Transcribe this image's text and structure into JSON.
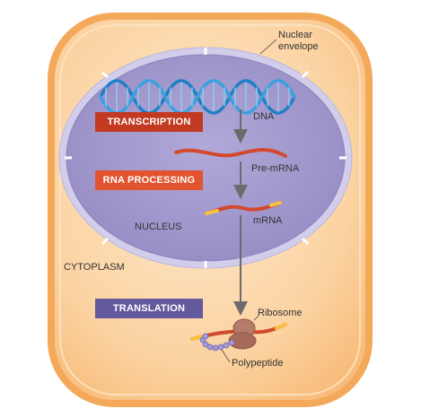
{
  "colors": {
    "cell_fill": "#fbd3a2",
    "cell_border": "#f4a95a",
    "nucleus_fill": "#a59ccf",
    "nucleus_rim": "#d2cdea",
    "dna_blue": "#1f7fc4",
    "rna_red": "#d2492d",
    "cap_yellow": "#f6c141",
    "transcription_box": "#c33a22",
    "processing_box": "#e2542f",
    "translation_box": "#625a9d",
    "ribosome": "#b77b6b",
    "polypeptide": "#a69ad8"
  },
  "labels": {
    "nuclear_envelope": [
      "Nuclear",
      "envelope"
    ],
    "dna": "DNA",
    "pre_mrna": "Pre-mRNA",
    "mrna": "mRNA",
    "nucleus": "NUCLEUS",
    "cytoplasm": "CYTOPLASM",
    "ribosome": "Ribosome",
    "polypeptide": "Polypeptide"
  },
  "steps": {
    "transcription": "TRANSCRIPTION",
    "rna_processing": "RNA PROCESSING",
    "translation": "TRANSLATION"
  }
}
